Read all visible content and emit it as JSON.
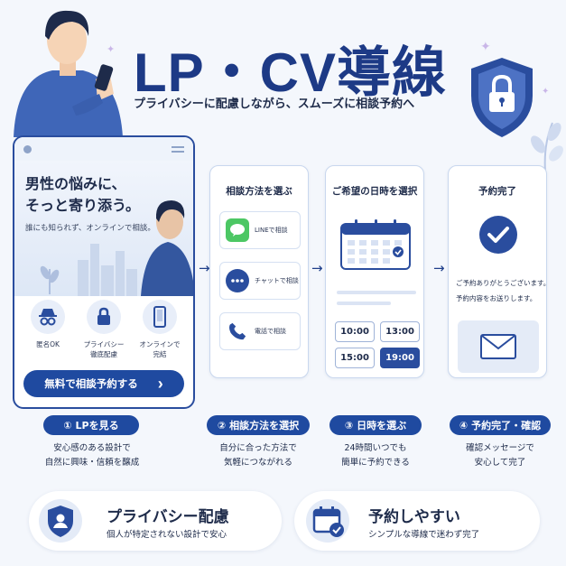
{
  "header": {
    "title": "LP・CV導線",
    "subtitle": "プライバシーに配慮しながら、スムーズに相談予約へ"
  },
  "phone": {
    "headline_line1": "男性の悩みに、",
    "headline_line2": "そっと寄り添う。",
    "subtext": "誰にも知られず、オンラインで相談。",
    "features": [
      {
        "label": "匿名OK",
        "icon": "incognito-icon"
      },
      {
        "label": "プライバシー\n徹底配慮",
        "icon": "lock-icon"
      },
      {
        "label": "オンラインで\n完結",
        "icon": "smartphone-icon"
      }
    ],
    "cta_label": "無料で相談予約する",
    "cta_arrow": "›"
  },
  "cards": {
    "method": {
      "title": "相談方法を選ぶ",
      "options": [
        {
          "label": "LINEで相談",
          "icon": "line-chat-icon"
        },
        {
          "label": "チャットで相談",
          "icon": "chat-bubble-icon"
        },
        {
          "label": "電話で相談",
          "icon": "phone-icon"
        }
      ]
    },
    "datetime": {
      "title": "ご希望の日時を選択",
      "times": [
        "10:00",
        "13:00",
        "15:00",
        "19:00"
      ],
      "selected": "19:00"
    },
    "complete": {
      "title": "予約完了",
      "line1": "ご予約ありがとうございます。",
      "line2": "予約内容をお送りします。"
    }
  },
  "arrow_glyph": "→",
  "steps": [
    {
      "label": "① LPを見る",
      "desc1": "安心感のある設計で",
      "desc2": "自然に興味・信頼を醸成"
    },
    {
      "label": "② 相談方法を選択",
      "desc1": "自分に合った方法で",
      "desc2": "気軽につながれる"
    },
    {
      "label": "③ 日時を選ぶ",
      "desc1": "24時間いつでも",
      "desc2": "簡単に予約できる"
    },
    {
      "label": "④ 予約完了・確認",
      "desc1": "確認メッセージで",
      "desc2": "安心して完了"
    }
  ],
  "bottom": {
    "privacy": {
      "title": "プライバシー配慮",
      "desc": "個人が特定されない設計で安心",
      "icon": "shield-user-icon"
    },
    "easy": {
      "title": "予約しやすい",
      "desc": "シンプルな導線で迷わず完了",
      "icon": "calendar-check-icon"
    }
  },
  "colors": {
    "navy": "#1f4aa0",
    "accent": "#2a4d9e",
    "line_green": "#4cc764",
    "background": "#f4f7fc"
  }
}
